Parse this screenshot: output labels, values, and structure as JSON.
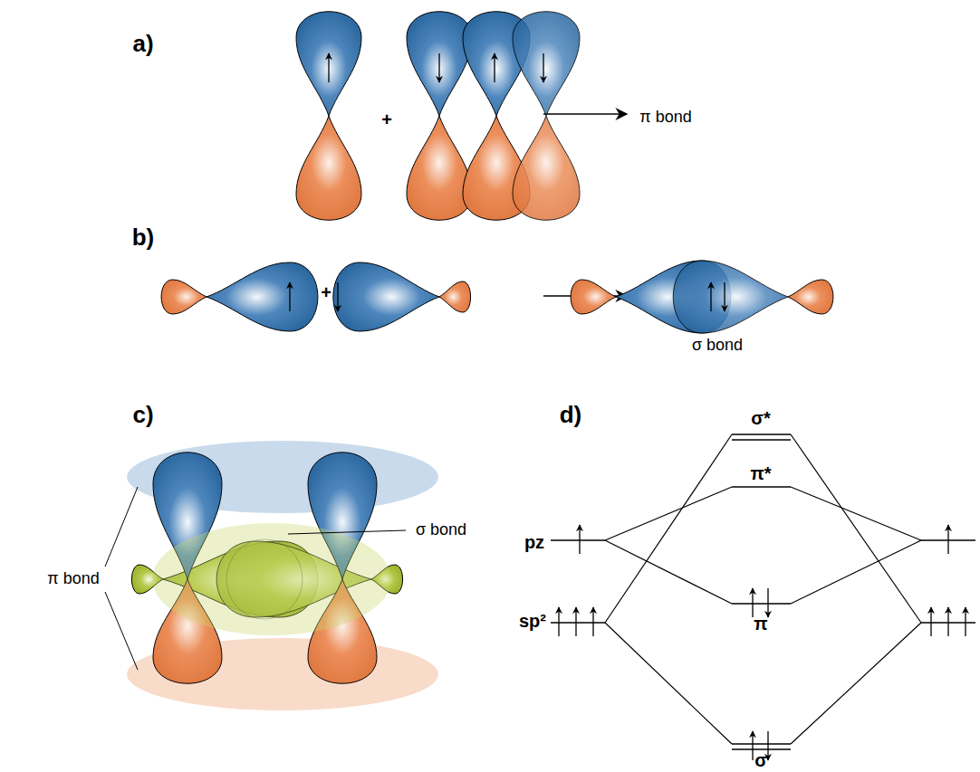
{
  "diagram": {
    "labels": [
      "a)",
      "+",
      "π bond",
      "b)",
      "+",
      "σ bond",
      "c)",
      "π bond",
      "σ bond",
      "d)",
      "σ*",
      "π*",
      "pz",
      "π",
      "sp²",
      "σ"
    ]
  }
}
